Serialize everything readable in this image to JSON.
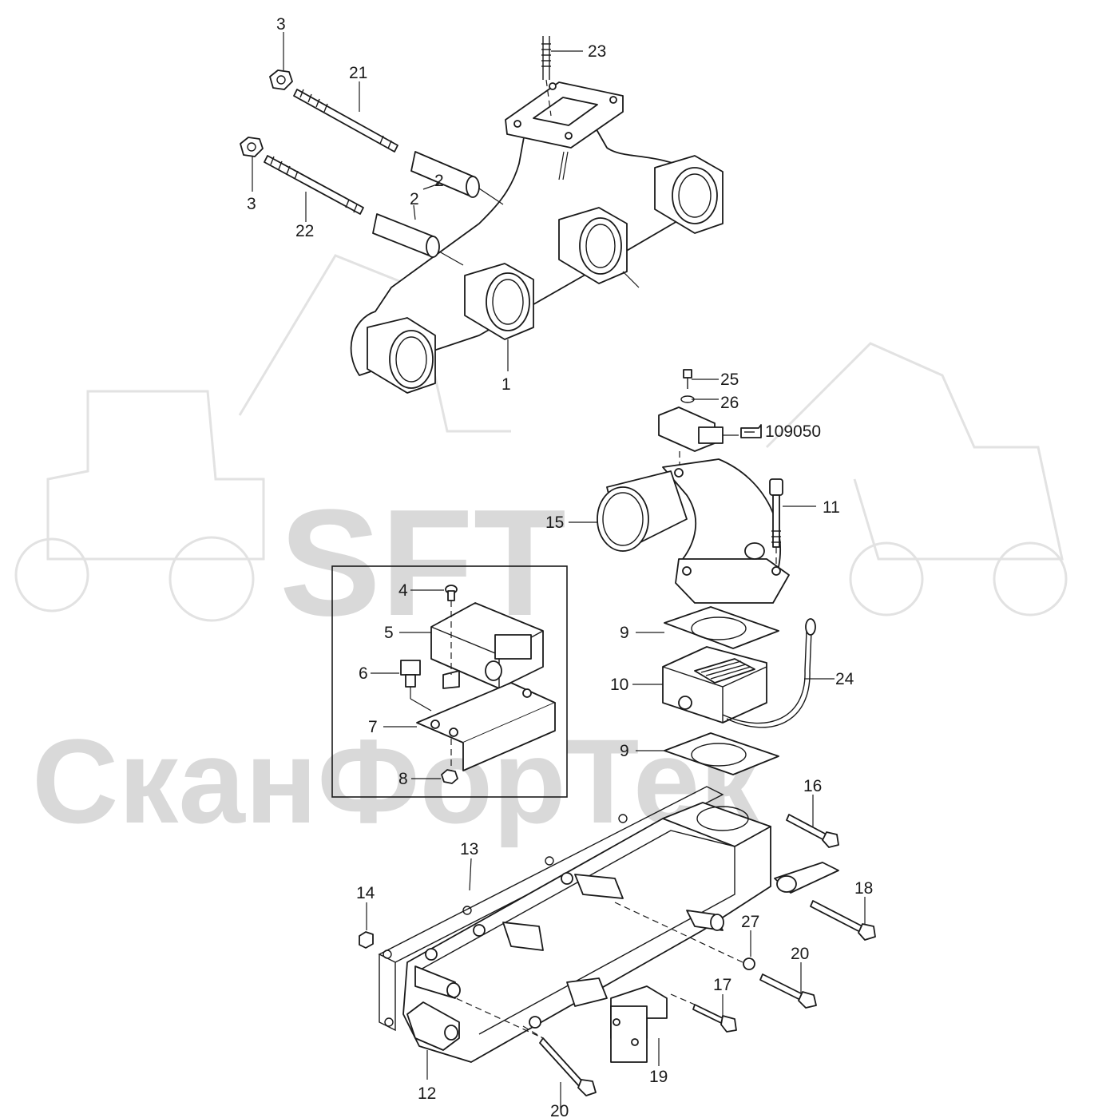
{
  "watermark": {
    "brand": "SFT",
    "company": "СканФорТек"
  },
  "callouts": {
    "c1": "1",
    "c2a": "2",
    "c2b": "2",
    "c3a": "3",
    "c3b": "3",
    "c4": "4",
    "c5": "5",
    "c6": "6",
    "c7": "7",
    "c8": "8",
    "c9a": "9",
    "c9b": "9",
    "c10": "10",
    "c11": "11",
    "c12": "12",
    "c13": "13",
    "c14": "14",
    "c15": "15",
    "c16": "16",
    "c17": "17",
    "c18": "18",
    "c19": "19",
    "c20a": "20",
    "c20b": "20",
    "c21": "21",
    "c22": "22",
    "c23": "23",
    "c24": "24",
    "c25": "25",
    "c26": "26",
    "c27": "27",
    "ref": "109050"
  },
  "icons": {
    "reference": "pointing-hand-icon"
  }
}
